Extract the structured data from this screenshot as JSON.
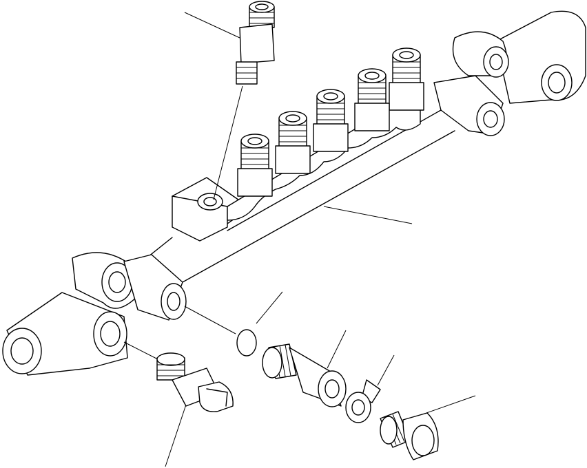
{
  "diagram": {
    "kind": "exploded-view",
    "line_color": "#000000",
    "background": "#ffffff",
    "parts": [
      "common-rail",
      "rail-end-fitting-left",
      "rail-end-fitting-right",
      "injector-outlet-fitting",
      "injector-outlet-fitting",
      "injector-outlet-fitting",
      "injector-outlet-fitting",
      "injector-outlet-fitting",
      "pressure-sensor-port-fitting",
      "pressure-sensor",
      "o-ring",
      "pressure-limiter",
      "washer",
      "banjo-bolt"
    ],
    "callout_labels": []
  }
}
